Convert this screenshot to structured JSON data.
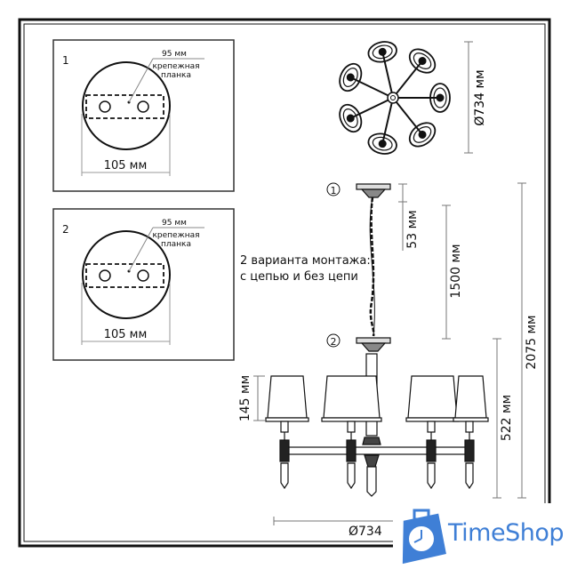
{
  "mount_options": [
    {
      "number": "1",
      "bracket_width": "95 мм",
      "bracket_label_line1": "крепежная",
      "bracket_label_line2": "планка",
      "diameter": "105 мм"
    },
    {
      "number": "2",
      "bracket_width": "95 мм",
      "bracket_label_line1": "крепежная",
      "bracket_label_line2": "планка",
      "diameter": "105 мм"
    }
  ],
  "top_view": {
    "diameter": "Ø734 мм",
    "arms": 7
  },
  "side_view": {
    "mount_note_line1": "2 варианта монтажа:",
    "mount_note_line2": "с цепью и без цепи",
    "marker1": "1",
    "marker2": "2",
    "canopy_height": "53 мм",
    "chain_length": "1500 мм",
    "total_height": "2075 мм",
    "body_height": "522 мм",
    "shade_height": "145 мм",
    "width": "Ø734"
  },
  "logo": {
    "text": "TimeShop",
    "color": "#3f7fd6"
  }
}
